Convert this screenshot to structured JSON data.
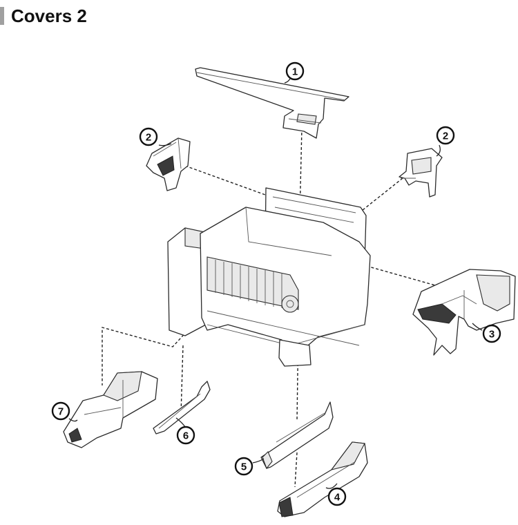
{
  "page": {
    "title": "Covers 2"
  },
  "callouts": [
    "1",
    "2",
    "2",
    "3",
    "4",
    "5",
    "6",
    "7"
  ],
  "colors": {
    "accent_bar": "#a0a0a0",
    "line": "#2a2a2a",
    "text": "#111111"
  }
}
